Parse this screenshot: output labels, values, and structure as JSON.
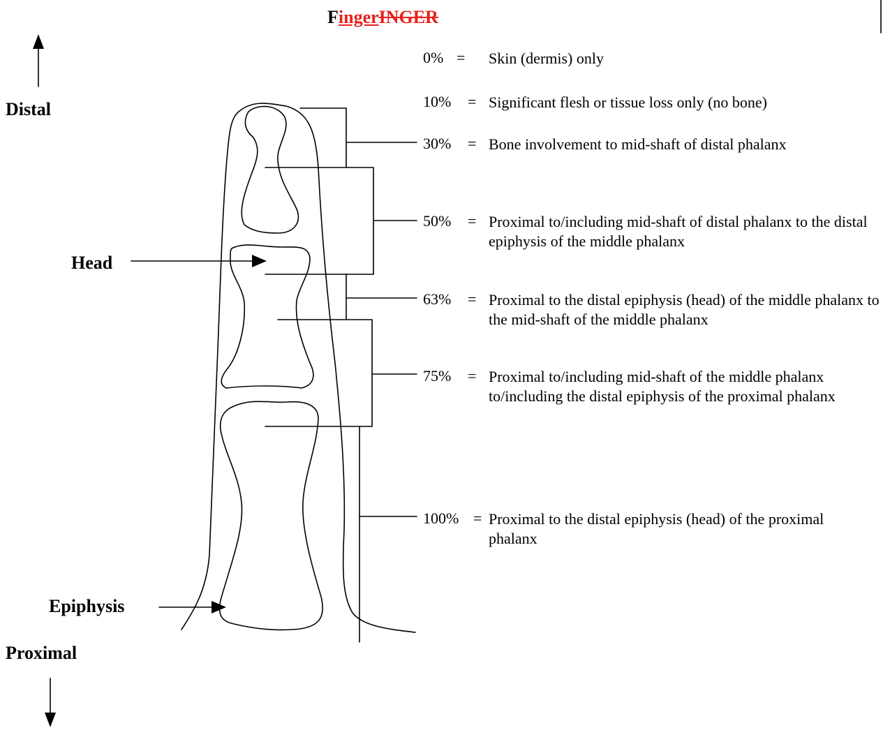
{
  "title": {
    "first": "F",
    "inserted": "inger",
    "deleted": "INGER"
  },
  "directions": {
    "distal": "Distal",
    "proximal": "Proximal"
  },
  "parts": {
    "head": "Head",
    "epiphysis": "Epiphysis"
  },
  "legend": [
    {
      "percent": "0%",
      "eq": "=",
      "description": "Skin (dermis) only"
    },
    {
      "percent": "10%",
      "eq": "=",
      "description": "Significant flesh or tissue loss only (no bone)"
    },
    {
      "percent": "30%",
      "eq": "=",
      "description": "Bone involvement to mid-shaft of distal phalanx"
    },
    {
      "percent": "50%",
      "eq": "=",
      "description": "Proximal to/including mid-shaft of distal phalanx to the distal epiphysis of the middle phalanx"
    },
    {
      "percent": "63%",
      "eq": "=",
      "description": "Proximal to the distal epiphysis (head) of the middle phalanx to the mid-shaft of the middle phalanx"
    },
    {
      "percent": "75%",
      "eq": "=",
      "description": "Proximal to/including mid-shaft of the middle phalanx to/including the distal epiphysis of the proximal phalanx"
    },
    {
      "percent": "100%",
      "eq": "=",
      "description": "Proximal to the distal epiphysis (head) of the proximal phalanx"
    }
  ],
  "colors": {
    "ink": "#000000",
    "revision": "#e8211c"
  }
}
